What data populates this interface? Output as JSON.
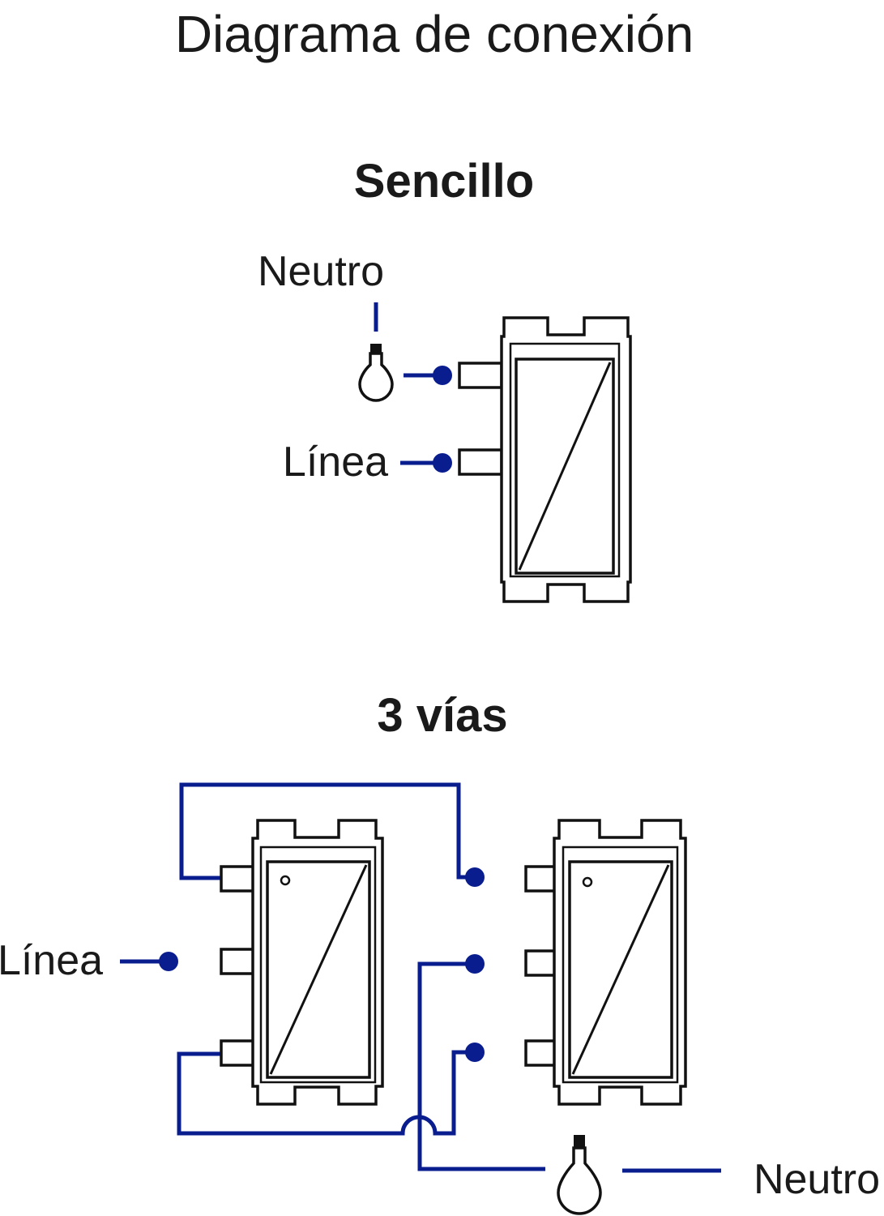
{
  "title": "Diagrama de conexión",
  "single": {
    "heading": "Sencillo",
    "neutral_label": "Neutro",
    "line_label": "Línea"
  },
  "threeway": {
    "heading": "3 vías",
    "line_label": "Línea",
    "neutral_label": "Neutro"
  },
  "colors": {
    "wire": "#0a1d8f",
    "outline": "#111111",
    "text": "#1a1a1a",
    "background": "#ffffff"
  },
  "icons": {
    "bulb": "light-bulb-icon",
    "switch": "rocker-switch-icon",
    "terminal": "terminal-dot-icon"
  }
}
